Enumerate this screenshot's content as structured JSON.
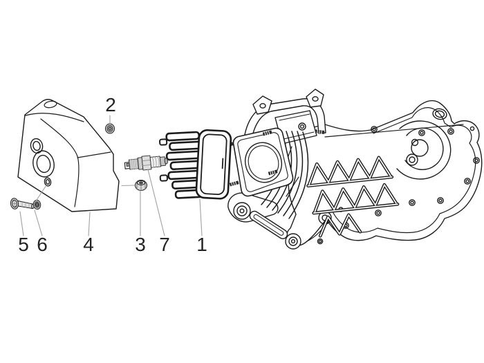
{
  "diagram": {
    "callouts": {
      "c1": {
        "label": "1"
      },
      "c2": {
        "label": "2"
      },
      "c3": {
        "label": "3"
      },
      "c4": {
        "label": "4"
      },
      "c5": {
        "label": "5"
      },
      "c6": {
        "label": "6"
      },
      "c7": {
        "label": "7"
      }
    },
    "colors": {
      "background": "#ffffff",
      "line": "#1c1c1c",
      "leader": "#a0a0a0",
      "metal_shade": "#c9c9c9"
    }
  }
}
